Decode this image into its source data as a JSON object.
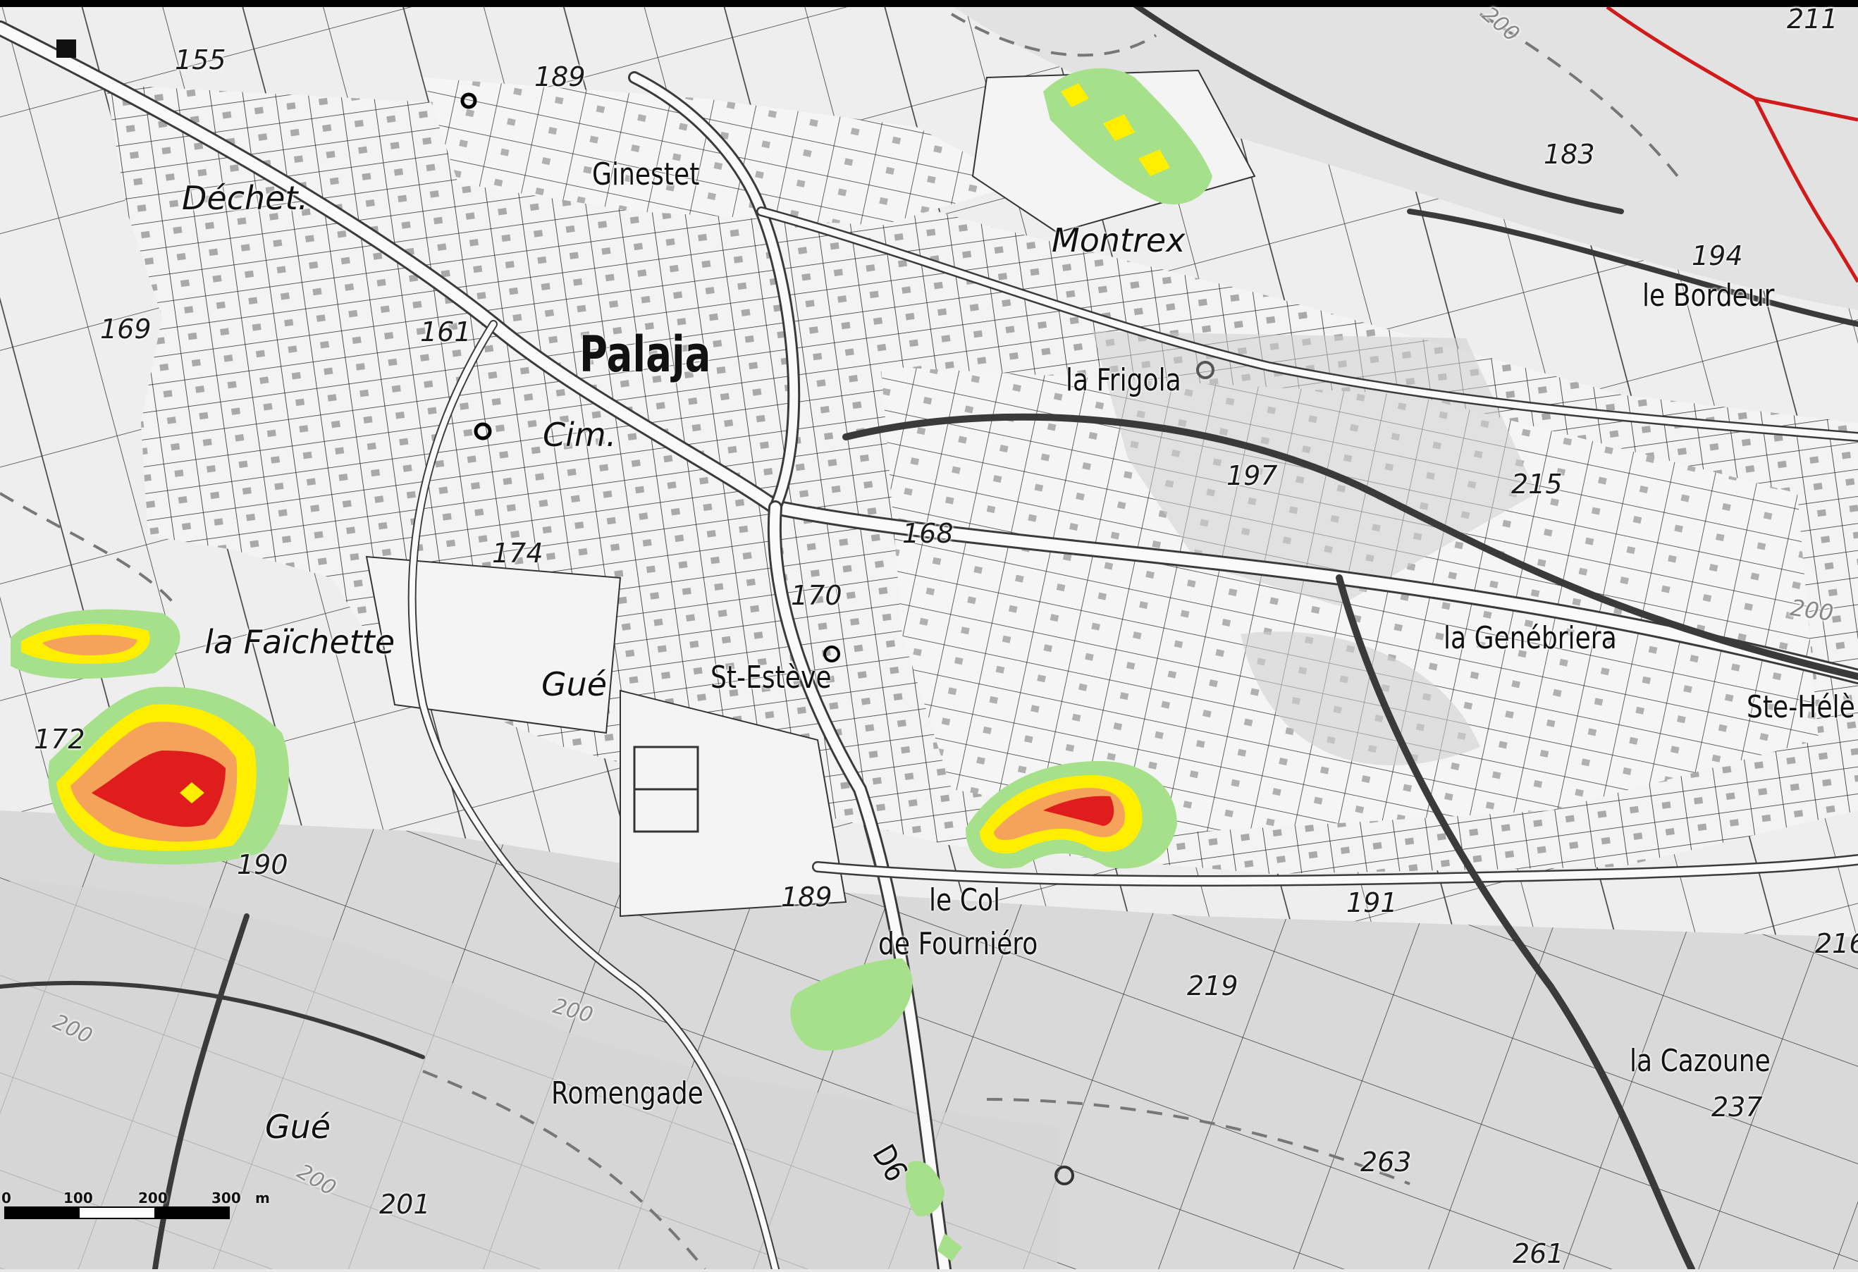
{
  "map": {
    "places": [
      {
        "id": "palaja",
        "text": "Palaja",
        "style": "big"
      },
      {
        "id": "ginestet",
        "text": "Ginestet",
        "style": "place"
      },
      {
        "id": "dechet",
        "text": "Déchet.",
        "style": "it"
      },
      {
        "id": "montrex",
        "text": "Montrex",
        "style": "it"
      },
      {
        "id": "le-bordeur",
        "text": "le Bordeur",
        "style": "place"
      },
      {
        "id": "la-frigola",
        "text": "la Frigola",
        "style": "place"
      },
      {
        "id": "cim",
        "text": "Cim.",
        "style": "it"
      },
      {
        "id": "la-faichette",
        "text": "la Faïchette",
        "style": "it"
      },
      {
        "id": "gue-1",
        "text": "Gué",
        "style": "it"
      },
      {
        "id": "st-esteve",
        "text": "St-Estève",
        "style": "place"
      },
      {
        "id": "la-genebriera",
        "text": "la Genébriera",
        "style": "place"
      },
      {
        "id": "ste-hele",
        "text": "Ste-Hélè",
        "style": "place"
      },
      {
        "id": "le-col",
        "text": "le Col",
        "style": "place"
      },
      {
        "id": "de-fourniero",
        "text": "de Fourniéro",
        "style": "place"
      },
      {
        "id": "la-cazoune",
        "text": "la Cazoune",
        "style": "place"
      },
      {
        "id": "romengade",
        "text": "Romengade",
        "style": "place"
      },
      {
        "id": "gue-2",
        "text": "Gué",
        "style": "it"
      },
      {
        "id": "dep",
        "text": "D6",
        "style": "place"
      }
    ],
    "altitudes": [
      {
        "id": "a155",
        "text": "155"
      },
      {
        "id": "a189a",
        "text": "189"
      },
      {
        "id": "a183",
        "text": "183"
      },
      {
        "id": "a211",
        "text": "211"
      },
      {
        "id": "a194",
        "text": "194"
      },
      {
        "id": "a169",
        "text": "169"
      },
      {
        "id": "a161",
        "text": "161"
      },
      {
        "id": "a197",
        "text": "197"
      },
      {
        "id": "a215",
        "text": "215"
      },
      {
        "id": "a168",
        "text": "168"
      },
      {
        "id": "a174",
        "text": "174"
      },
      {
        "id": "a170",
        "text": "170"
      },
      {
        "id": "a200a",
        "text": "200"
      },
      {
        "id": "a172",
        "text": "172"
      },
      {
        "id": "a190",
        "text": "190"
      },
      {
        "id": "a189b",
        "text": "189"
      },
      {
        "id": "a191",
        "text": "191"
      },
      {
        "id": "a216",
        "text": "216"
      },
      {
        "id": "a219",
        "text": "219"
      },
      {
        "id": "a237",
        "text": "237"
      },
      {
        "id": "a263",
        "text": "263"
      },
      {
        "id": "a261",
        "text": "261"
      },
      {
        "id": "a201",
        "text": "201"
      },
      {
        "id": "c200a",
        "text": "200"
      },
      {
        "id": "c200b",
        "text": "200"
      },
      {
        "id": "c200c",
        "text": "200"
      },
      {
        "id": "c200d",
        "text": "200"
      }
    ],
    "heat_colors": {
      "low": "#a6e08a",
      "mid": "#ffee00",
      "high": "#f5a25a",
      "top": "#e01d1d"
    },
    "boundary_color": "#d11a1a"
  },
  "scalebar": {
    "ticks": [
      "0",
      "100",
      "200",
      "300",
      "m"
    ]
  }
}
